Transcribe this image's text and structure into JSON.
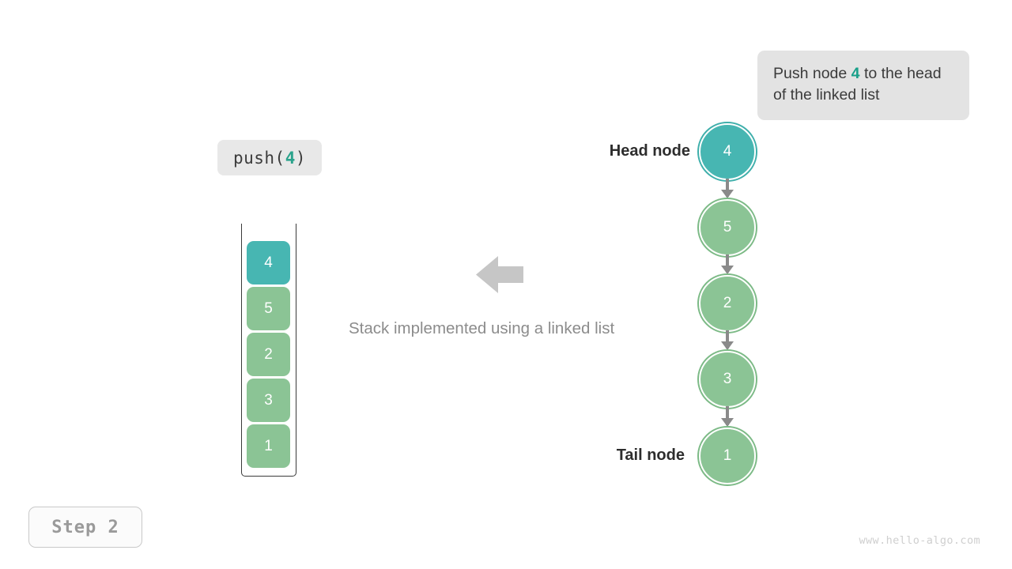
{
  "callout": {
    "text_before": "Push node ",
    "highlight": "4",
    "text_after": " to the head of the linked list"
  },
  "operation": {
    "label_before": "push(",
    "label_value": "4",
    "label_after": ")"
  },
  "stack": {
    "caption": "Stack implemented using a linked list",
    "cells": [
      {
        "value": "4",
        "color_name": "teal",
        "color": "#47b6b2"
      },
      {
        "value": "5",
        "color_name": "green",
        "color": "#8bc495"
      },
      {
        "value": "2",
        "color_name": "green",
        "color": "#8bc495"
      },
      {
        "value": "3",
        "color_name": "green",
        "color": "#8bc495"
      },
      {
        "value": "1",
        "color_name": "green",
        "color": "#8bc495"
      }
    ]
  },
  "linked_list": {
    "head_label": "Head node",
    "tail_label": "Tail node",
    "nodes": [
      {
        "value": "4",
        "color_name": "teal",
        "color": "#47b6b2"
      },
      {
        "value": "5",
        "color_name": "green",
        "color": "#8bc495"
      },
      {
        "value": "2",
        "color_name": "green",
        "color": "#8bc495"
      },
      {
        "value": "3",
        "color_name": "green",
        "color": "#8bc495"
      },
      {
        "value": "1",
        "color_name": "green",
        "color": "#8bc495"
      }
    ]
  },
  "step": {
    "label": "Step 2"
  },
  "watermark": {
    "text": "www.hello-algo.com"
  },
  "colors": {
    "teal": "#47b6b2",
    "green": "#8bc495",
    "highlight_text": "#19a08a",
    "callout_bg": "#e3e3e3",
    "arrow_gray": "#c6c6c6",
    "connector_gray": "#8a8a8a"
  }
}
